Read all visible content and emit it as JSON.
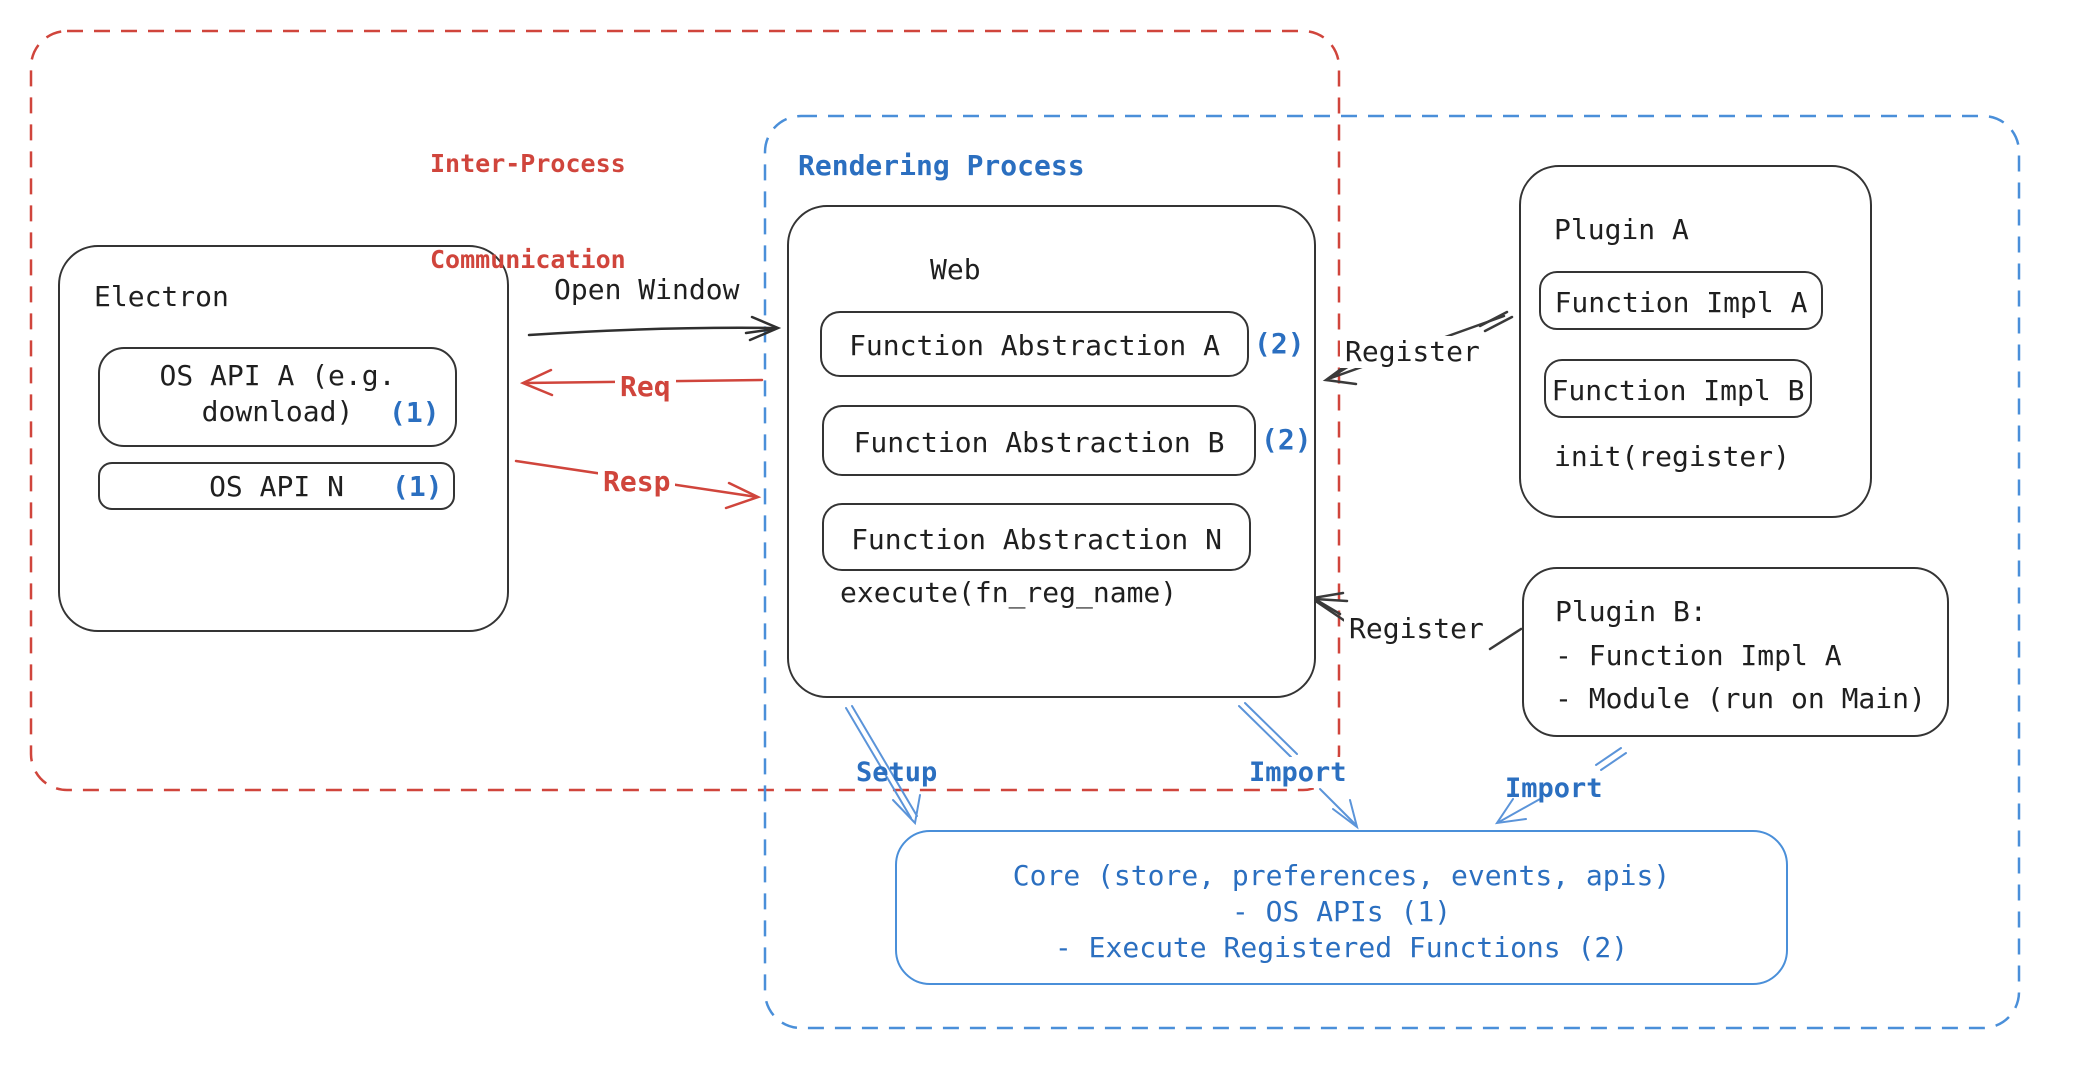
{
  "colors": {
    "red": "#d0453c",
    "blue_text": "#2b6fc0",
    "blue_dashed": "#4a8fd9",
    "blue_arrow": "#5b94d9",
    "black": "#1f1f1f"
  },
  "regions": {
    "ipc": {
      "label_line1": "Inter-Process",
      "label_line2": "Communication"
    },
    "rendering": {
      "label": "Rendering Process"
    }
  },
  "electron": {
    "title": "Electron",
    "os_api_a": {
      "line1": "OS API A (e.g.",
      "line2": "download)",
      "marker": "(1)"
    },
    "os_api_n": {
      "label": "OS API N",
      "marker": "(1)"
    }
  },
  "web": {
    "title": "Web",
    "items": [
      {
        "label": "Function Abstraction A",
        "marker": "(2)"
      },
      {
        "label": "Function Abstraction B",
        "marker": "(2)"
      },
      {
        "label": "Function Abstraction N",
        "marker": ""
      }
    ],
    "footer": "execute(fn_reg_name)"
  },
  "plugin_a": {
    "title": "Plugin A",
    "items": [
      {
        "label": "Function Impl A"
      },
      {
        "label": "Function Impl B"
      }
    ],
    "footer": "init(register)"
  },
  "plugin_b": {
    "title": "Plugin B:",
    "lines": [
      "- Function Impl A",
      "- Module (run on Main)"
    ]
  },
  "core": {
    "lines": [
      "Core (store, preferences, events, apis)",
      "- OS APIs (1)",
      "- Execute Registered Functions (2)"
    ]
  },
  "arrows": {
    "open_window": "Open Window",
    "req": "Req",
    "resp": "Resp",
    "register_top": "Register",
    "register_bottom": "Register",
    "setup": "Setup",
    "import_mid": "Import",
    "import_right": "Import"
  }
}
